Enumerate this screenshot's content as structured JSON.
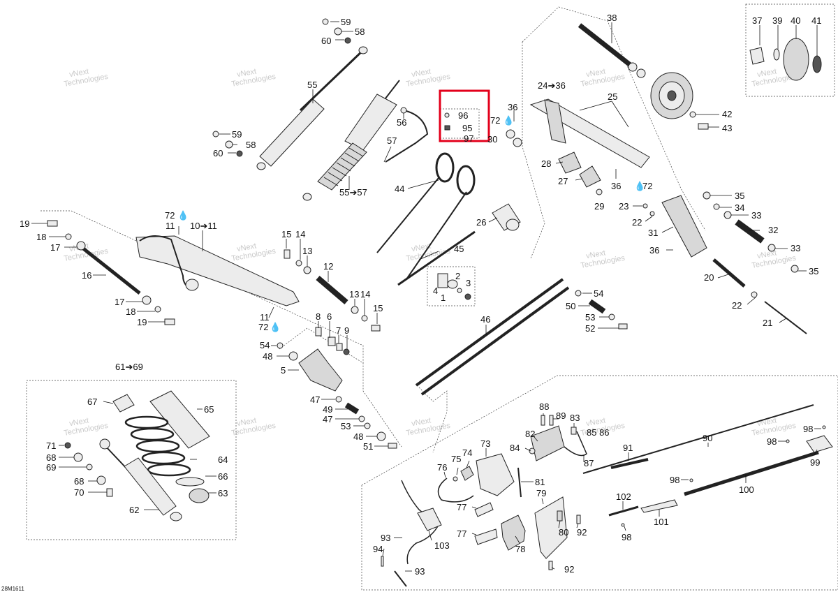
{
  "diagram_code": "28M1611",
  "watermark_line1": "vNext",
  "watermark_line2": "Technologies",
  "highlight_color": "#e3001b",
  "labels": {
    "l59a": "59",
    "l58a": "58",
    "l60a": "60",
    "l55": "55",
    "l59b": "59",
    "l58b": "58",
    "l60b": "60",
    "l56": "56",
    "l57": "57",
    "l5557": "55➔57",
    "l96": "96",
    "l95": "95",
    "l97": "97",
    "l44": "44",
    "l26": "26",
    "l45": "45",
    "l2": "2",
    "l4": "4",
    "l3": "3",
    "l1": "1",
    "l38": "38",
    "l37": "37",
    "l39": "39",
    "l40": "40",
    "l41": "41",
    "l2436": "24➔36",
    "l25": "25",
    "l36a": "36",
    "l72a": "72",
    "l30": "30",
    "l42": "42",
    "l43": "43",
    "l28": "28",
    "l27": "27",
    "l29": "29",
    "l36b": "36",
    "l72b": "72",
    "l35a": "35",
    "l34": "34",
    "l33a": "33",
    "l23": "23",
    "l22a": "22",
    "l31": "31",
    "l32": "32",
    "l36c": "36",
    "l33b": "33",
    "l35b": "35",
    "l20": "20",
    "l22b": "22",
    "l21": "21",
    "l19a": "19",
    "l18a": "18",
    "l17a": "17",
    "l16": "16",
    "l17b": "17",
    "l18b": "18",
    "l19b": "19",
    "l72c": "72",
    "l11a": "11",
    "l1011": "10➔11",
    "l11b": "11",
    "l72d": "72",
    "l15a": "15",
    "l14a": "14",
    "l13a": "13",
    "l12": "12",
    "l13b": "13",
    "l14b": "14",
    "l15b": "15",
    "l8": "8",
    "l6": "6",
    "l7": "7",
    "l9": "9",
    "l54a": "54",
    "l48a": "48",
    "l5": "5",
    "l47a": "47",
    "l49": "49",
    "l47b": "47",
    "l53a": "53",
    "l48b": "48",
    "l51": "51",
    "l46": "46",
    "l54b": "54",
    "l50": "50",
    "l53b": "53",
    "l52": "52",
    "l6169": "61➔69",
    "l67": "67",
    "l65": "65",
    "l71": "71",
    "l68a": "68",
    "l69": "69",
    "l64": "64",
    "l68b": "68",
    "l66": "66",
    "l70": "70",
    "l63": "63",
    "l62": "62",
    "l88": "88",
    "l89": "89",
    "l83": "83",
    "l82": "82",
    "l8586": "85 86",
    "l73": "73",
    "l84": "84",
    "l87": "87",
    "l74": "74",
    "l75": "75",
    "l76": "76",
    "l81": "81",
    "l77a": "77",
    "l79": "79",
    "l77b": "77",
    "l80": "80",
    "l92a": "92",
    "l78": "78",
    "l92b": "92",
    "l93a": "93",
    "l94": "94",
    "l103": "103",
    "l93b": "93",
    "l90": "90",
    "l91": "91",
    "l98a": "98",
    "l98b": "98",
    "l99": "99",
    "l98c": "98",
    "l100": "100",
    "l102": "102",
    "l101": "101",
    "l98d": "98"
  }
}
